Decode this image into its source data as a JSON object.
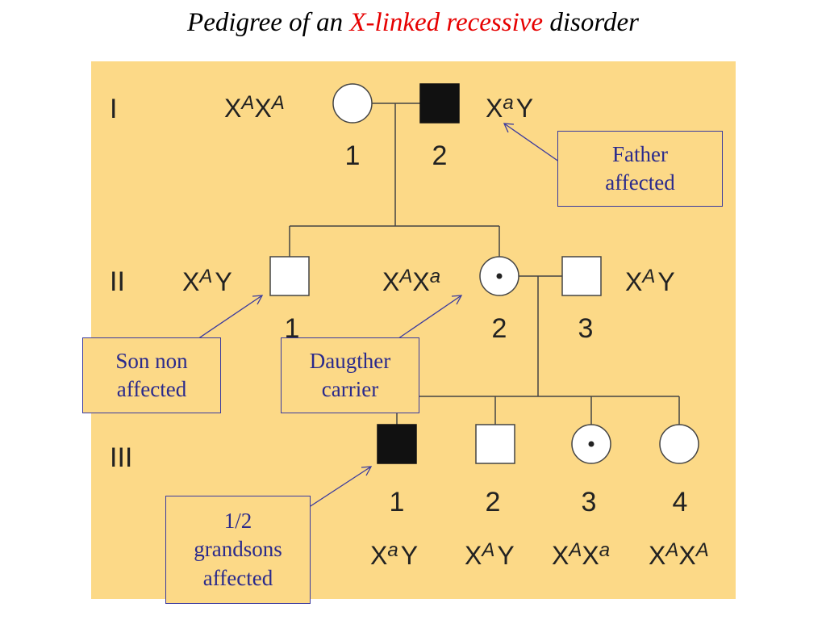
{
  "title": {
    "prefix": "Pedigree of an ",
    "highlight": "X-linked recessive",
    "suffix": " disorder",
    "highlight_color": "#e60000"
  },
  "generations": [
    "I",
    "II",
    "III"
  ],
  "individuals": {
    "I1": {
      "number": "1",
      "sex": "female",
      "status": "unaffected"
    },
    "I2": {
      "number": "2",
      "sex": "male",
      "status": "affected"
    },
    "II1": {
      "number": "1",
      "sex": "male",
      "status": "unaffected"
    },
    "II2": {
      "number": "2",
      "sex": "female",
      "status": "carrier"
    },
    "II3": {
      "number": "3",
      "sex": "male",
      "status": "unaffected"
    },
    "III1": {
      "number": "1",
      "sex": "male",
      "status": "affected"
    },
    "III2": {
      "number": "2",
      "sex": "male",
      "status": "unaffected"
    },
    "III3": {
      "number": "3",
      "sex": "female",
      "status": "carrier"
    },
    "III4": {
      "number": "4",
      "sex": "female",
      "status": "unaffected"
    }
  },
  "genotypes": {
    "I1": {
      "base1": "X",
      "sup1": "A",
      "base2": "X",
      "sup2": "A"
    },
    "I2": {
      "base1": "X",
      "sup1": "a",
      "base2": "Y",
      "sup2": ""
    },
    "II1": {
      "base1": "X",
      "sup1": "A",
      "base2": "Y",
      "sup2": ""
    },
    "II2": {
      "base1": "X",
      "sup1": "A",
      "base2": "X",
      "sup2": "a"
    },
    "II3": {
      "base1": "X",
      "sup1": "A",
      "base2": "Y",
      "sup2": ""
    },
    "III1": {
      "base1": "X",
      "sup1": "a",
      "base2": "Y",
      "sup2": ""
    },
    "III2": {
      "base1": "X",
      "sup1": "A",
      "base2": "Y",
      "sup2": ""
    },
    "III3": {
      "base1": "X",
      "sup1": "A",
      "base2": "X",
      "sup2": "a"
    },
    "III4": {
      "base1": "X",
      "sup1": "A",
      "base2": "X",
      "sup2": "A"
    }
  },
  "callouts": {
    "father": {
      "line1": "Father",
      "line2": "affected"
    },
    "son": {
      "line1": "Son non",
      "line2": "affected"
    },
    "daughter": {
      "line1": "Daugther",
      "line2": "carrier"
    },
    "grandsons": {
      "line1": "1/2",
      "line2": "grandsons",
      "line3": "affected"
    }
  },
  "colors": {
    "panel": "#fcd987",
    "callout_border": "#3a3a9e",
    "callout_text": "#2a2a8c",
    "affected_fill": "#111111",
    "unaffected_fill": "#ffffff"
  }
}
